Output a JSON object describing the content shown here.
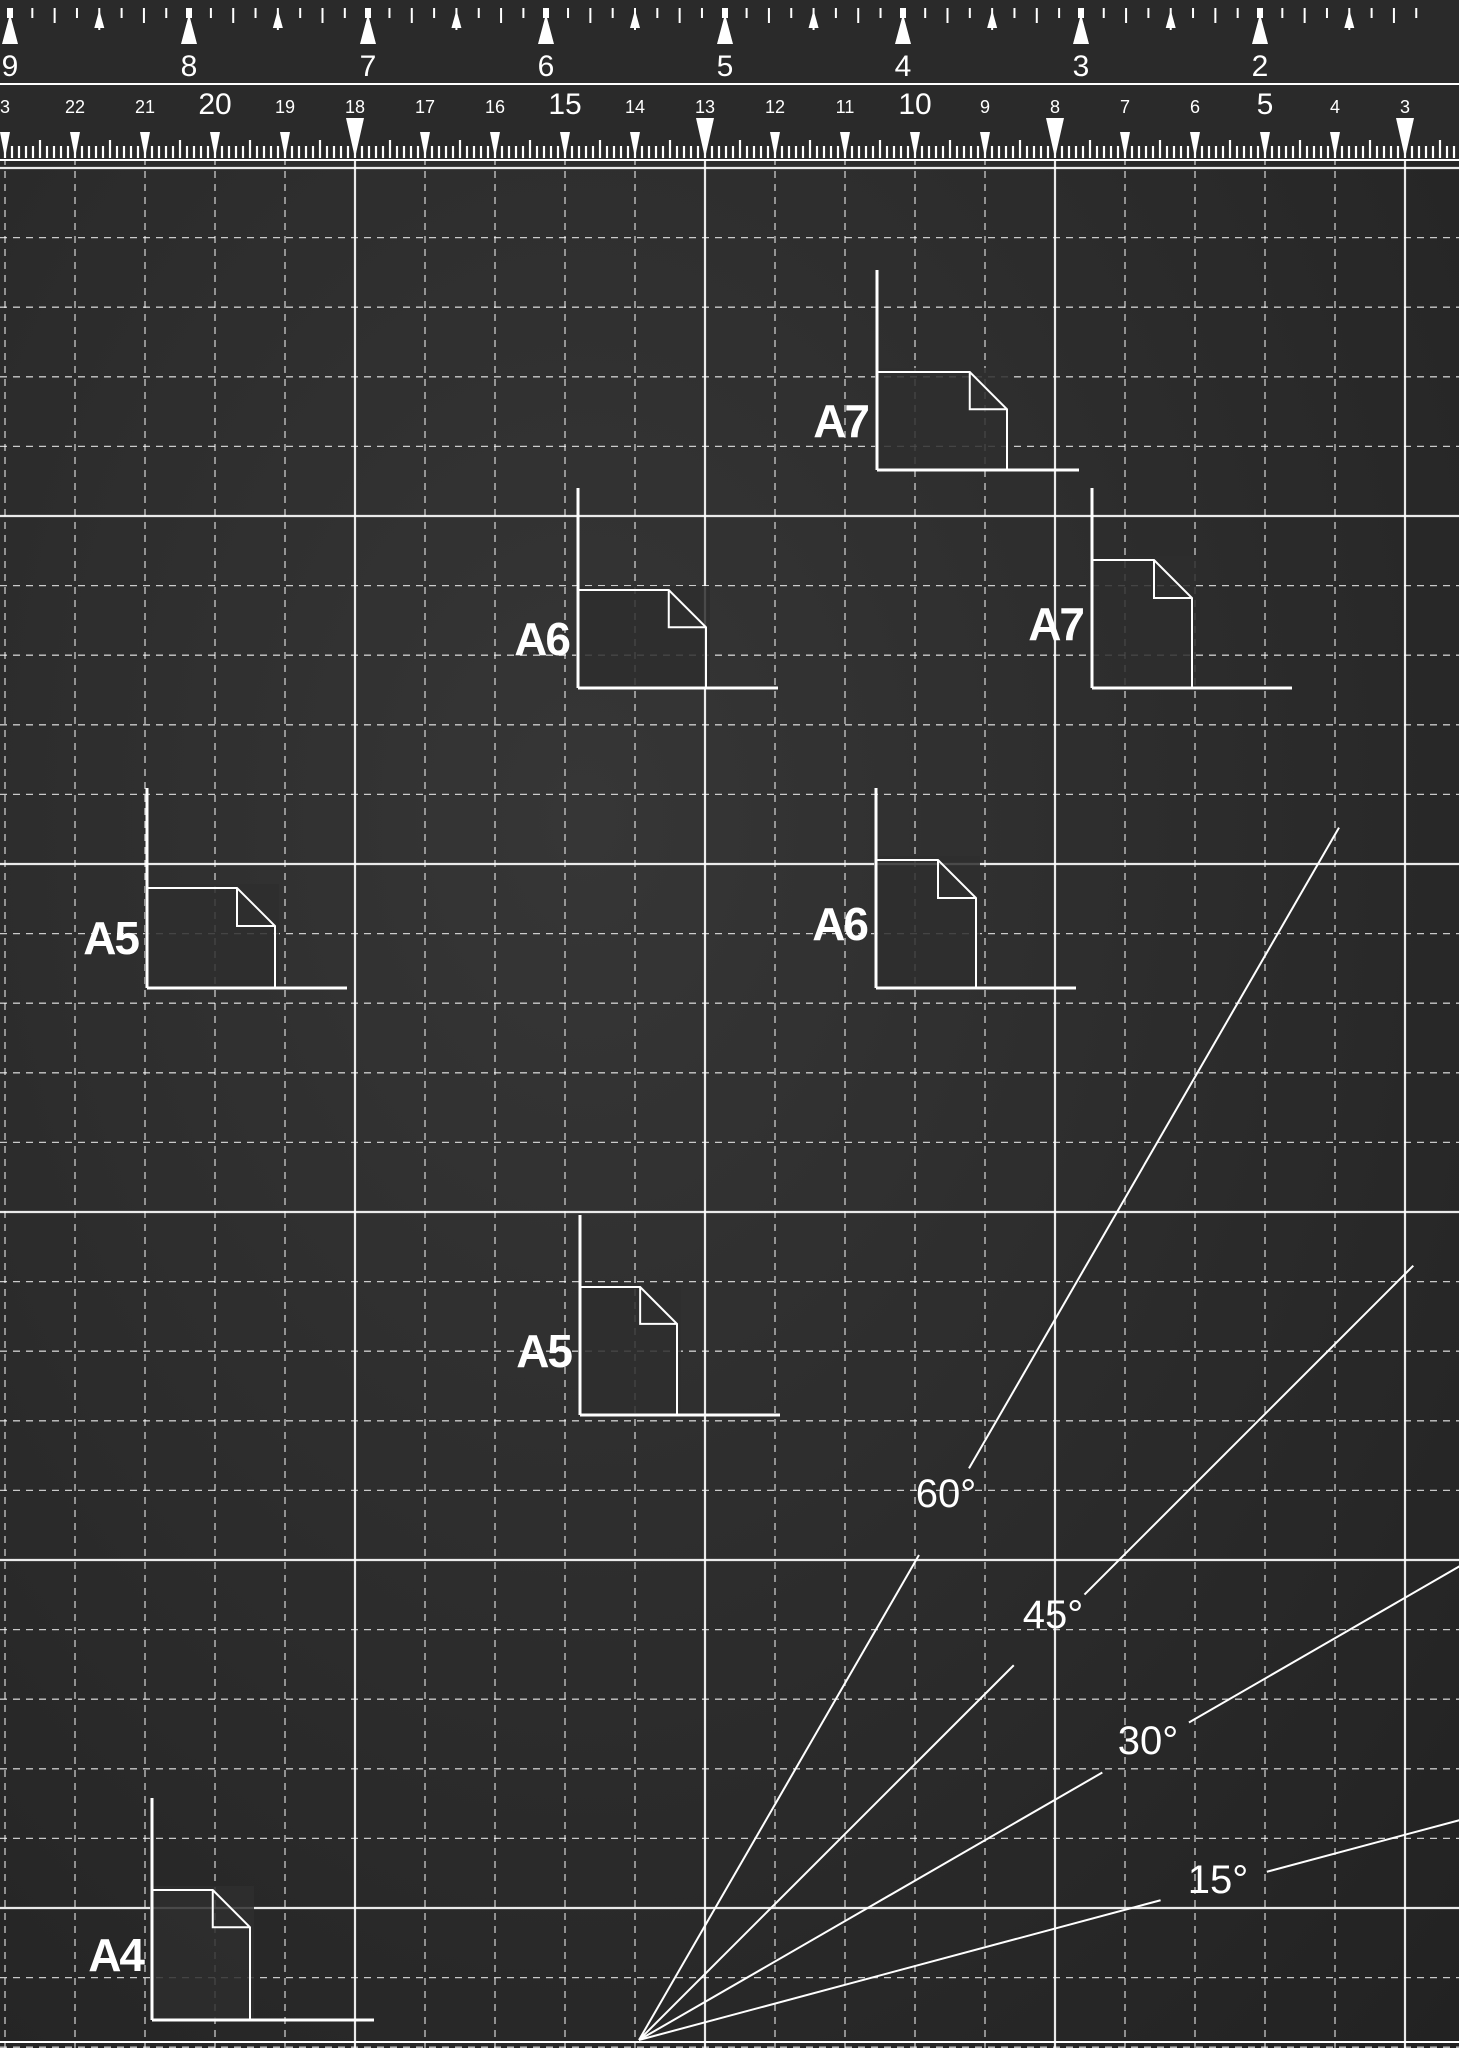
{
  "ruler": {
    "inch_labels": [
      "9",
      "8",
      "7",
      "6",
      "5",
      "4",
      "3",
      "2"
    ],
    "cm_labels": [
      "3",
      "22",
      "21",
      "20",
      "19",
      "18",
      "17",
      "16",
      "15",
      "14",
      "13",
      "12",
      "11",
      "10",
      "9",
      "8",
      "7",
      "6",
      "5",
      "4",
      "3"
    ]
  },
  "paper_markers": [
    {
      "label": "A7"
    },
    {
      "label": "A6"
    },
    {
      "label": "A7"
    },
    {
      "label": "A5"
    },
    {
      "label": "A6"
    },
    {
      "label": "A5"
    },
    {
      "label": "A4"
    }
  ],
  "angle_guides": [
    {
      "label": "60°",
      "angle": 60
    },
    {
      "label": "45°",
      "angle": 45
    },
    {
      "label": "30°",
      "angle": 30
    },
    {
      "label": "15°",
      "angle": 15
    }
  ],
  "colors": {
    "mat": "#2b2b2b",
    "lines": "#ffffff"
  }
}
